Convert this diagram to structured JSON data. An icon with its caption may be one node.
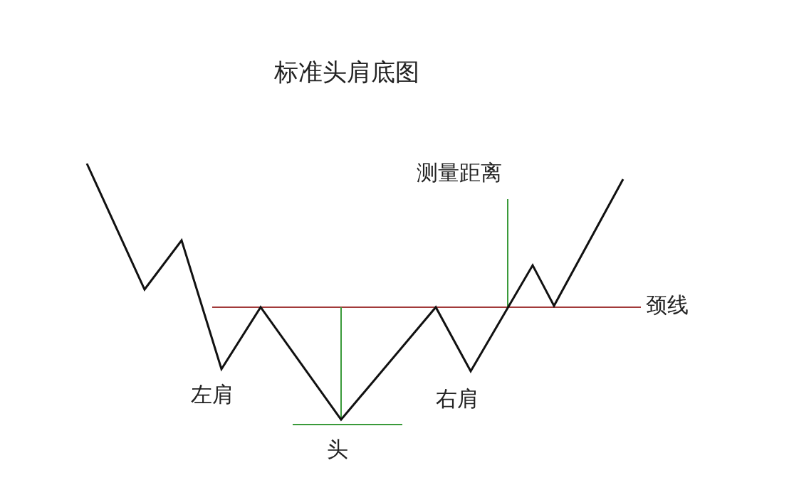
{
  "diagram": {
    "title": "标准头肩底图",
    "labels": [
      "测量距离",
      "颈线",
      "左肩",
      "右肩",
      "头"
    ]
  }
}
